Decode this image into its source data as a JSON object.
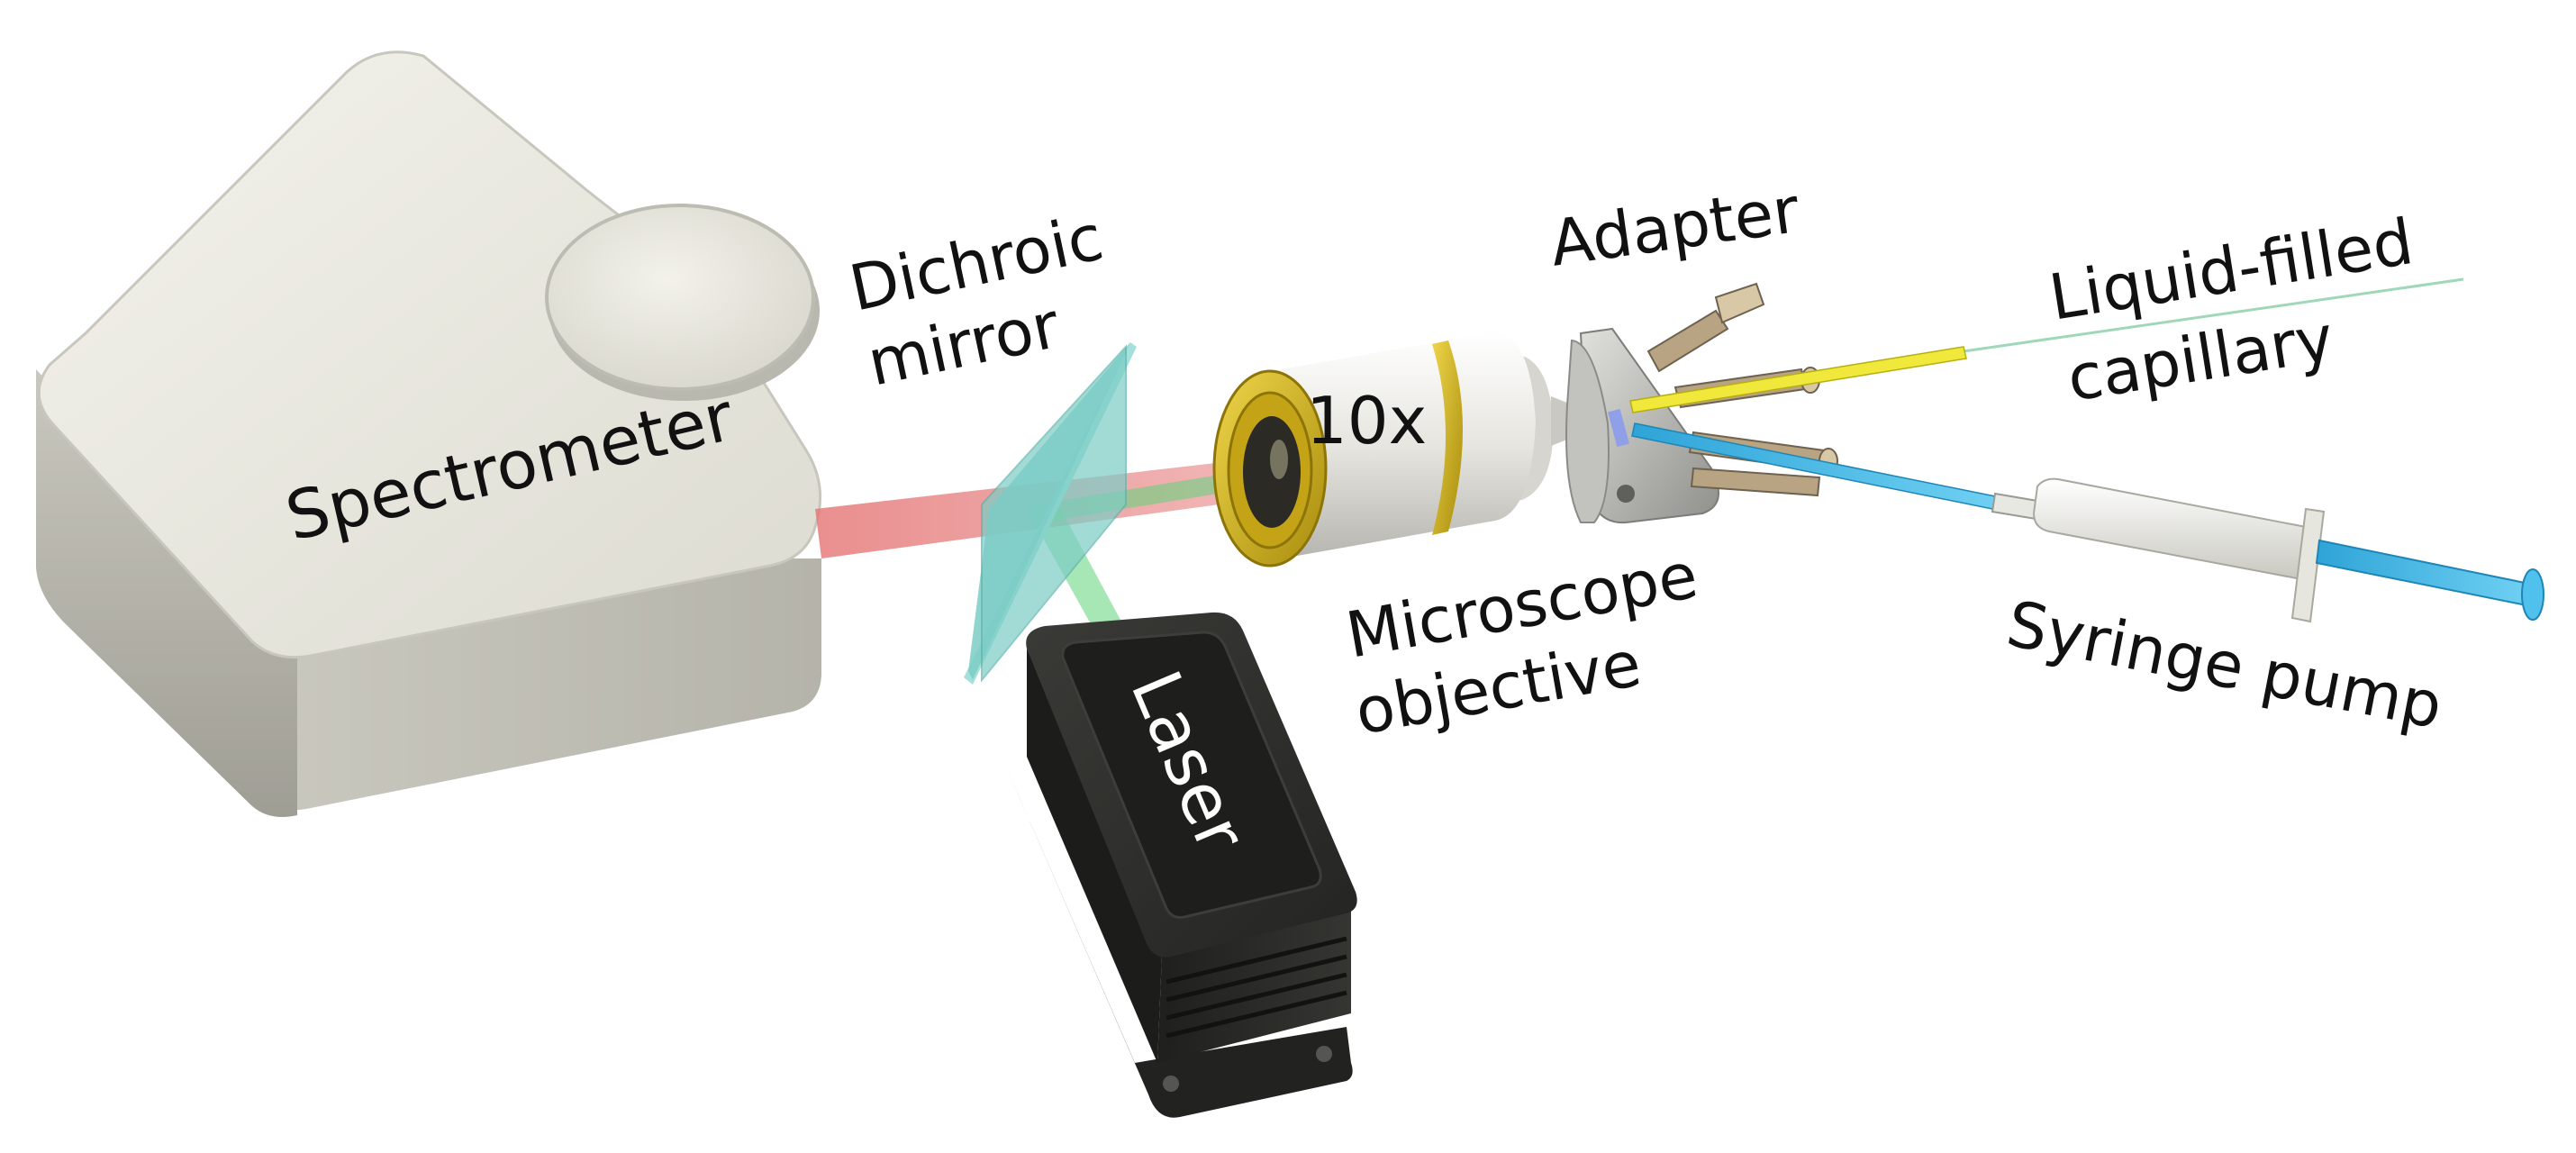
{
  "labels": {
    "spectrometer": "Spectrometer",
    "dichroic_line1": "Dichroic",
    "dichroic_line2": "mirror",
    "objective_mag": "10x",
    "adapter": "Adapter",
    "capillary_line1": "Liquid-filled",
    "capillary_line2": "capillary",
    "objective_line1": "Microscope",
    "objective_line2": "objective",
    "laser": "Laser",
    "syringe": "Syringe pump"
  },
  "colors": {
    "body_light": "#f1f0e8",
    "body_mid": "#d9d8ce",
    "body_shadow": "#a8a79e",
    "beam_red": "#e67b7b",
    "beam_green": "#5fd47a",
    "mirror": "#7ccdc6",
    "gold": "#d6b81d",
    "laser_dark": "#2a2a28",
    "metal": "#b9b9b6",
    "capillary_yellow": "#f0e83a",
    "tube_blue": "#3fb6e6",
    "capillary_line": "#9fd8b8"
  }
}
